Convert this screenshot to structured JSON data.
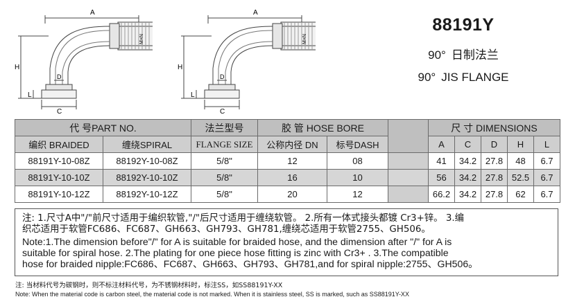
{
  "drawing": {
    "dim_a": "A",
    "dim_h": "H",
    "dim_l": "L",
    "dim_d": "D",
    "dim_c": "C",
    "thread_label_left": "M×N",
    "thread_label_right": "M×N"
  },
  "title": {
    "model": "88191Y",
    "cn_deg": "90°",
    "cn_text": "日制法兰",
    "en_deg": "90°",
    "en_text": "JIS FLANGE"
  },
  "table": {
    "header_part_no": "代 号PART NO.",
    "header_flange_type": "法兰型号",
    "header_hose_bore": "胶 管 HOSE BORE",
    "header_dimensions": "尺 寸 DIMENSIONS",
    "header_braided": "编织 BRAIDED",
    "header_spiral": "缠绕SPIRAL",
    "header_flange_size": "FLANGE SIZE",
    "header_dn": "公称内径 DN",
    "header_dash": "标号DASH",
    "dim_cols": [
      "A",
      "C",
      "D",
      "H",
      "L"
    ],
    "rows": [
      {
        "braided": "88191Y-10-08Z",
        "spiral": "88192Y-10-08Z",
        "flange": "5/8\"",
        "dn": "12",
        "dash": "08",
        "a": "41",
        "c": "34.2",
        "d": "27.8",
        "h": "48",
        "l": "6.7"
      },
      {
        "braided": "88191Y-10-10Z",
        "spiral": "88192Y-10-10Z",
        "flange": "5/8\"",
        "dn": "16",
        "dash": "10",
        "a": "56",
        "c": "34.2",
        "d": "27.8",
        "h": "52.5",
        "l": "6.7"
      },
      {
        "braided": "88191Y-10-12Z",
        "spiral": "88192Y-10-12Z",
        "flange": "5/8\"",
        "dn": "20",
        "dash": "12",
        "a": "66.2",
        "c": "34.2",
        "d": "27.8",
        "h": "62",
        "l": "6.7"
      }
    ]
  },
  "notes": {
    "cn_line1": "注: 1.尺寸A中\"/\"前尺寸适用于编织软管,\"/\"后尺寸适用于缠绕软管。 2.所有一体式接头都镀 Cr3+锌。 3.编",
    "cn_line2": "织芯适用于软管FC686、FC687、GH663、GH793、GH781,缠绕芯适用于软管2755、GH506。",
    "en_line1": "Note:1.The dimension before\"/\" for A is suitable for braided hose, and the dimension after \"/\" for A is",
    "en_line2": "suitable for spiral hose.  2.The plating for one piece hose fitting is zinc with Cr3+ .  3.The compatible",
    "en_line3": "hose for braided nipple:FC686、FC687、GH663、GH793、GH781,and for spiral nipple:2755、GH506。"
  },
  "footnote": {
    "cn": "注: 当材料代号为碳钢时，则不标注材料代号，为不锈钢材料时，标注SS，如SS88191Y-XX",
    "en": "Note: When the material code is carbon steel, the material code is not marked. When it is stainless steel, SS is marked, such as SS88191Y-XX"
  },
  "colors": {
    "header_bg": "#bfbfbf",
    "alt_row_bg": "#d6d6d6",
    "border": "#6a6a6a"
  }
}
